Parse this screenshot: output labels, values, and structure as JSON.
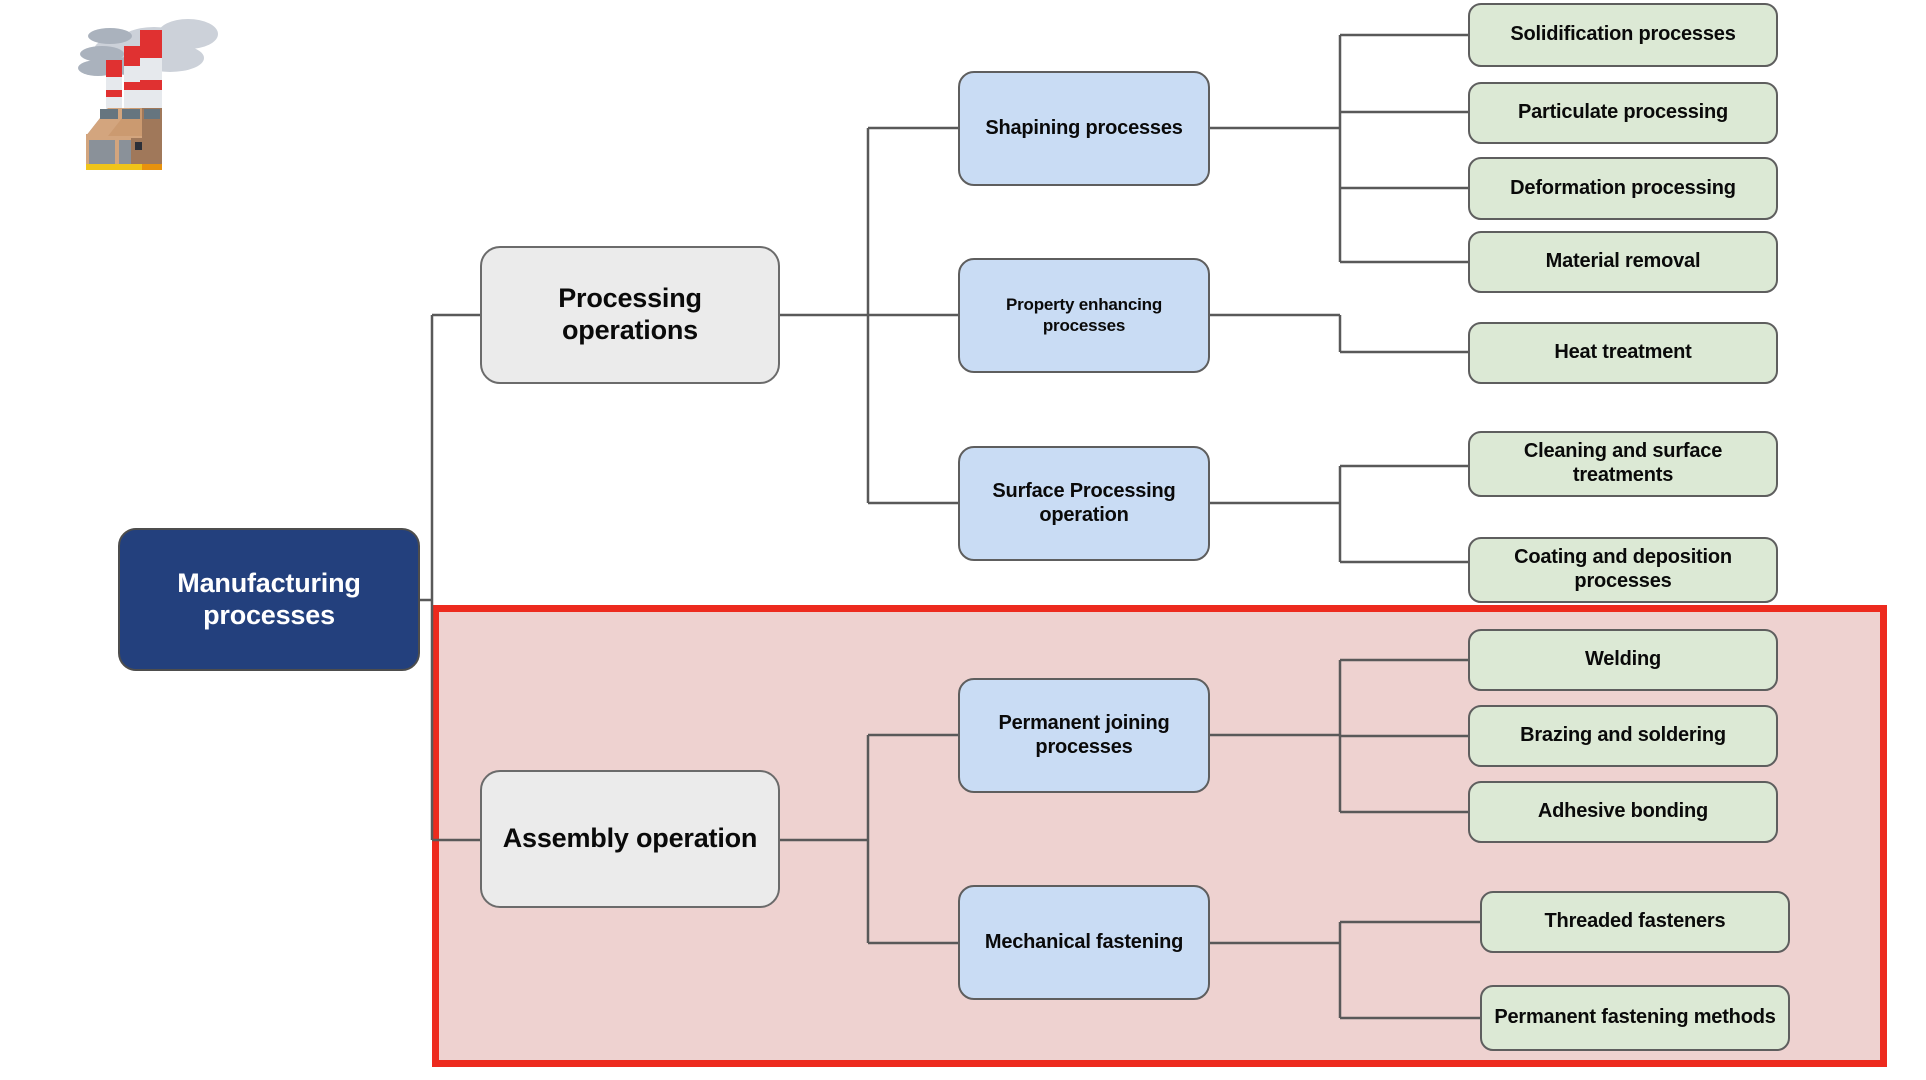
{
  "diagram": {
    "title": "Manufacturing processes",
    "type": "hierarchy-tree",
    "colors": {
      "root_fill": "#23407d",
      "root_text": "#ffffff",
      "level2_fill": "#ebebeb",
      "level3_fill": "#c9dcf4",
      "leaf_fill": "#dce9d5",
      "highlight_border": "#ed2a1e",
      "highlight_fill": "#eed2d0",
      "connector": "#595959"
    },
    "icon": {
      "name": "factory-icon",
      "label": "factory"
    },
    "root": {
      "label": "Manufacturing processes"
    },
    "branches": [
      {
        "label": "Processing operations",
        "highlighted": false,
        "children": [
          {
            "label": "Shapining processes",
            "leaves": [
              {
                "label": "Solidification processes"
              },
              {
                "label": "Particulate processing"
              },
              {
                "label": "Deformation processing"
              },
              {
                "label": "Material removal"
              }
            ]
          },
          {
            "label": "Property enhancing processes",
            "leaves": [
              {
                "label": "Heat treatment"
              }
            ]
          },
          {
            "label": "Surface Processing operation",
            "leaves": [
              {
                "label": "Cleaning and surface treatments"
              },
              {
                "label": "Coating and deposition processes"
              }
            ]
          }
        ]
      },
      {
        "label": "Assembly operation",
        "highlighted": true,
        "children": [
          {
            "label": "Permanent joining processes",
            "leaves": [
              {
                "label": "Welding"
              },
              {
                "label": "Brazing and soldering"
              },
              {
                "label": "Adhesive bonding"
              }
            ]
          },
          {
            "label": "Mechanical fastening",
            "leaves": [
              {
                "label": "Threaded fasteners"
              },
              {
                "label": "Permanent fastening methods"
              }
            ]
          }
        ]
      }
    ]
  }
}
